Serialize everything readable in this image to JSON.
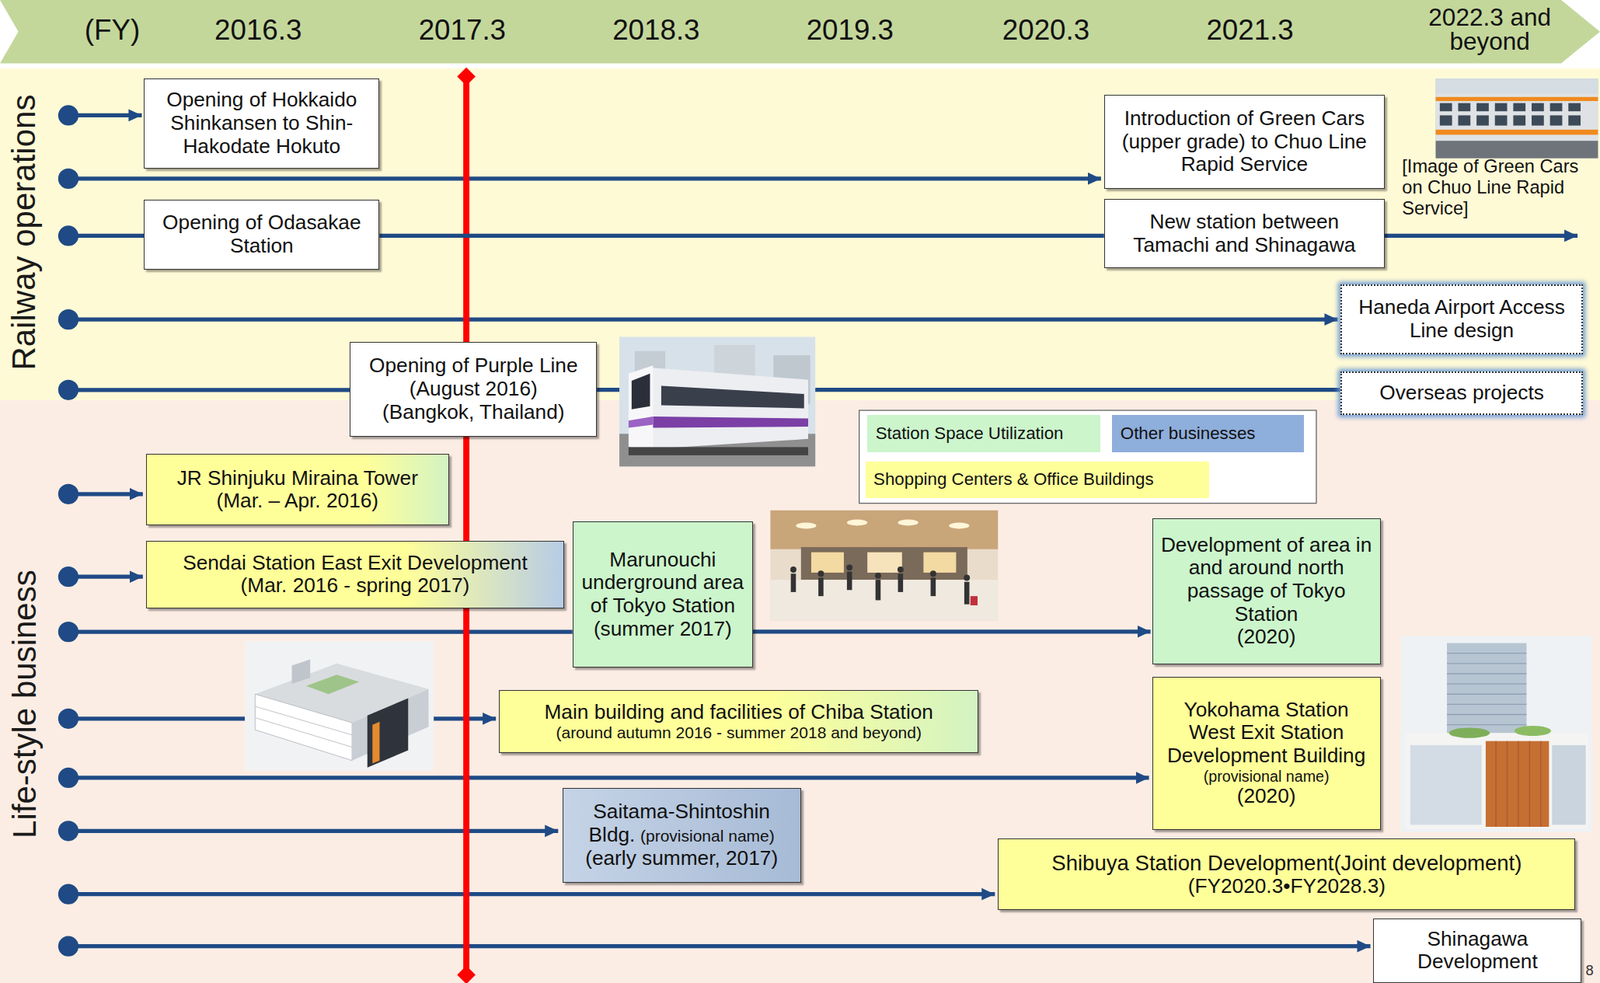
{
  "diagram": {
    "nodes": [
      {
        "text": [
          "Railway operations"
        ]
      },
      {
        "text": [
          "Opening of Hokkaido Shinkansen to Shin-Hakodate Hokuto"
        ],
        "in": 0
      },
      {
        "text": [
          "Introduction of Green Cars (upper grade) to Chuo Line Rapid Service"
        ],
        "in": 0
      },
      {
        "text": [
          "Opening of Odasakae Station"
        ],
        "in": 0
      },
      {
        "text": [
          "New station between Tamachi and Shinagawa"
        ],
        "in": 0
      },
      {
        "text": [
          "Haneda Airport Access Line design"
        ],
        "in": 0
      },
      {
        "text": [
          "Opening of Purple Line (August 2016)",
          "(Bangkok, Thailand)"
        ],
        "in": 0
      },
      {
        "text": [
          "Overseas projects"
        ],
        "in": 0
      },
      {
        "text": [
          "Life-style business"
        ]
      },
      {
        "text": [
          "JR Shinjuku Miraina Tower",
          "(Mar. – Apr. 2016)"
        ],
        "in": 8
      },
      {
        "text": [
          "Sendai Station East Exit Development",
          "(Mar. 2016 - spring 2017)"
        ],
        "in": 8
      },
      {
        "text": [
          "Marunouchi underground area of Tokyo Station",
          "(summer 2017)"
        ],
        "in": 8
      },
      {
        "text": [
          "Development of area in and around north passage of Tokyo Station",
          "(2020)"
        ],
        "in": 8
      },
      {
        "text": [
          "Main building and facilities of Chiba Station",
          "(around autumn 2016 - summer 2018 and beyond)"
        ],
        "in": 8
      },
      {
        "text": [
          "Yokohama Station West Exit Station Development Building",
          "(provisional name)",
          "(2020)"
        ],
        "in": 8
      },
      {
        "text": [
          "Saitama-Shintoshin Bldg.",
          "(provisional name)",
          "(early summer, 2017)"
        ],
        "in": 8
      },
      {
        "text": [
          "Shibuya Station Development(Joint development)",
          "(FY2020.3•FY2028.3)"
        ],
        "in": 8
      },
      {
        "text": [
          "Shinagawa Development"
        ],
        "in": 8
      }
    ],
    "edges": [
      {
        "from": 3,
        "to": 4,
        "arrow": "none"
      },
      {
        "from": 6,
        "to": 7,
        "arrow": "none"
      },
      {
        "from": 11,
        "to": 12,
        "arrow": "to"
      }
    ],
    "labels": [
      "(FY)",
      "2016.3",
      "2017.3",
      "2018.3",
      "2019.3",
      "2020.3",
      "2021.3",
      "2022.3 and beyond",
      "[Image of Green Cars on Chuo Line Rapid Service]",
      "8"
    ],
    "legend": [
      {
        "text": "Station Space Utilization",
        "color": "#ccf5cc"
      },
      {
        "text": "Other businesses",
        "color": "#8eaedb"
      },
      {
        "text": "Shopping Centers & Office Buildings",
        "color": "#ffff99"
      }
    ]
  }
}
